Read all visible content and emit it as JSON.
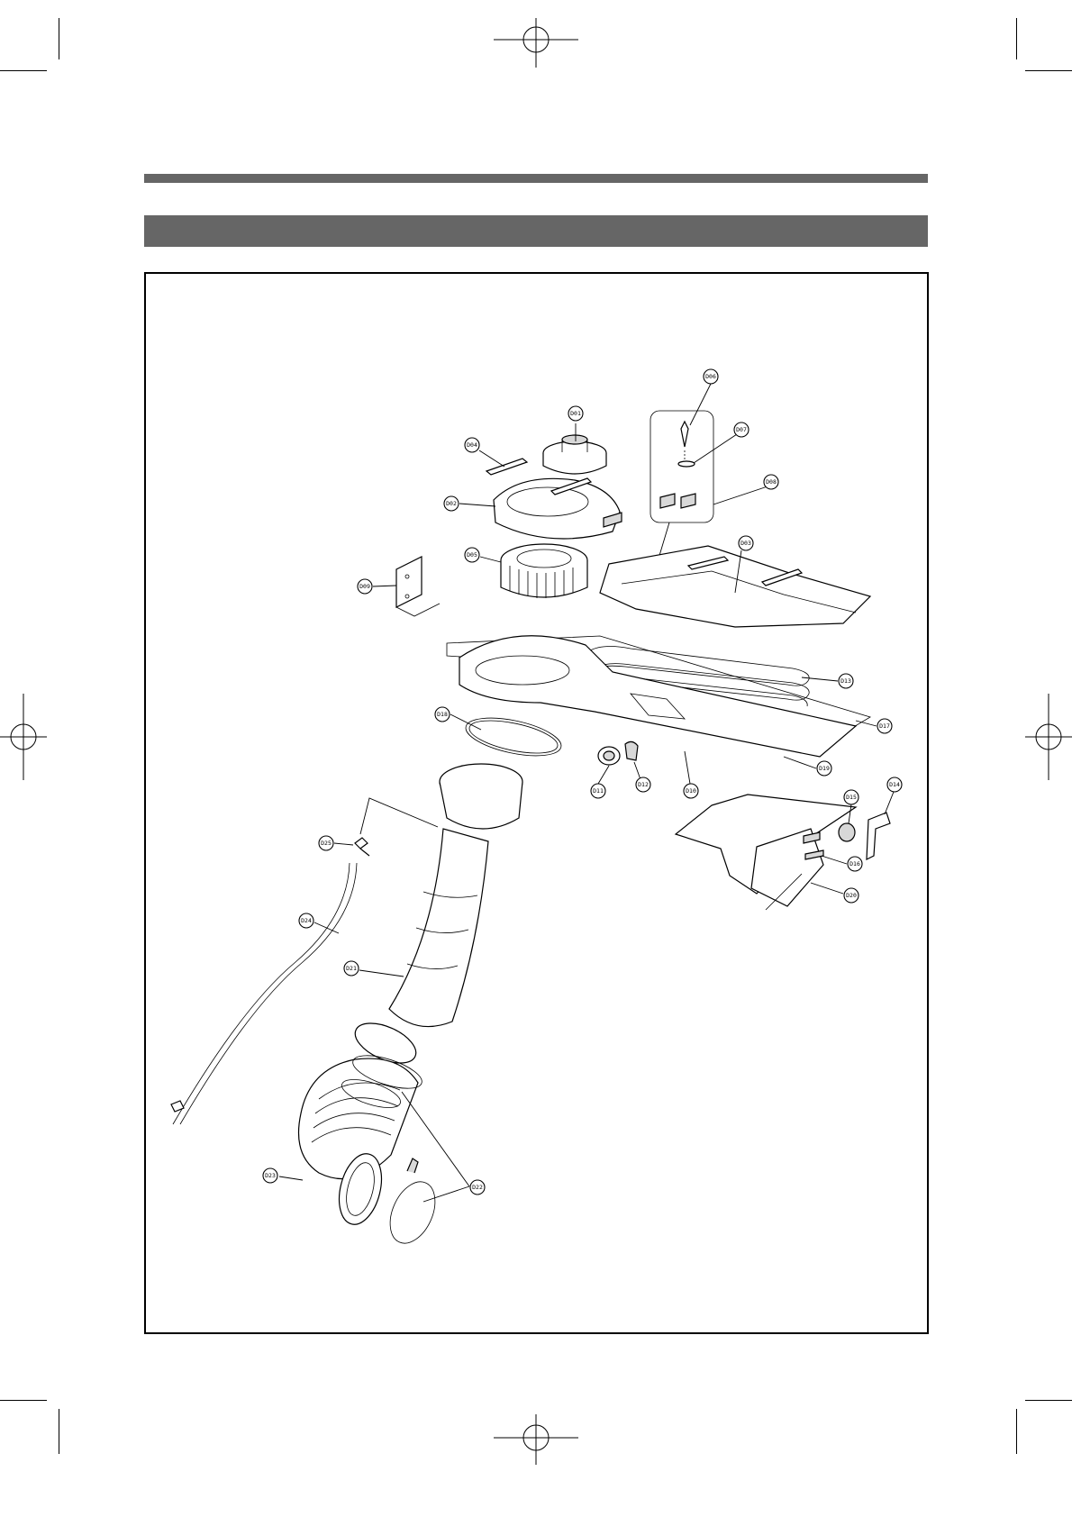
{
  "header": {
    "section_title": ""
  },
  "parts": [
    {
      "ref": "D06"
    },
    {
      "ref": "D01"
    },
    {
      "ref": "D07"
    },
    {
      "ref": "D04"
    },
    {
      "ref": "D08"
    },
    {
      "ref": "D02"
    },
    {
      "ref": "D05"
    },
    {
      "ref": "D03"
    },
    {
      "ref": "D09"
    },
    {
      "ref": "D13"
    },
    {
      "ref": "D18"
    },
    {
      "ref": "D17"
    },
    {
      "ref": "D11"
    },
    {
      "ref": "D12"
    },
    {
      "ref": "D10"
    },
    {
      "ref": "D19"
    },
    {
      "ref": "D15"
    },
    {
      "ref": "D14"
    },
    {
      "ref": "D25"
    },
    {
      "ref": "D16"
    },
    {
      "ref": "D20"
    },
    {
      "ref": "D24"
    },
    {
      "ref": "D21"
    },
    {
      "ref": "D23"
    },
    {
      "ref": "D22"
    }
  ]
}
